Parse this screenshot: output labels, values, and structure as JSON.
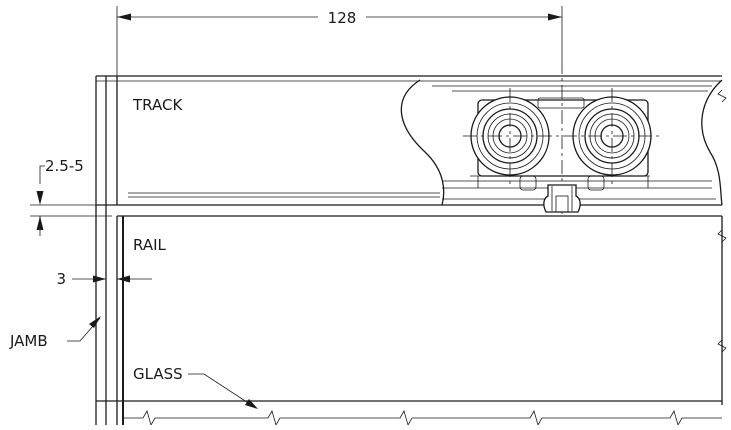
{
  "dimensions": {
    "width_label": "128",
    "gap_label": "2.5-5",
    "clearance_label": "3"
  },
  "labels": {
    "track": "TRACK",
    "rail": "RAIL",
    "jamb": "JAMB",
    "glass": "GLASS"
  }
}
